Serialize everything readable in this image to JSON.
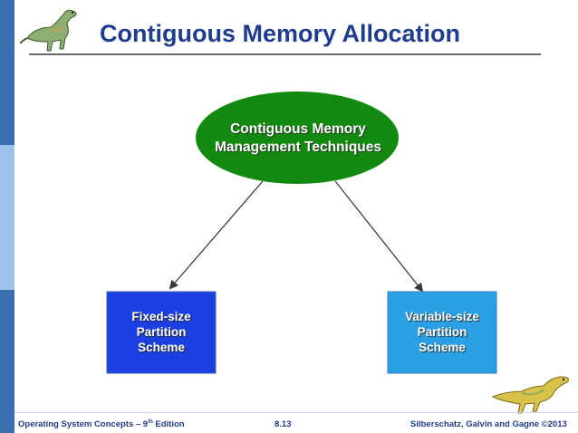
{
  "slide": {
    "title": "Contiguous Memory Allocation"
  },
  "diagram": {
    "root": "Contiguous Memory\nManagement Techniques",
    "left_child": "Fixed-size\nPartition\nScheme",
    "right_child": "Variable-size\nPartition\nScheme"
  },
  "colors": {
    "title": "#1f3d8c",
    "oval_fill": "#12890f",
    "left_box_fill": "#1b3fe0",
    "right_box_fill": "#2a9fe3",
    "sidebar_dark": "#3a6fb0",
    "sidebar_light": "#9cc3ea"
  },
  "footer": {
    "left_prefix": "Operating System Concepts – 9",
    "left_superscript": "th",
    "left_suffix": " Edition",
    "page": "8.13",
    "right": "Silberschatz, Galvin and Gagne ©2013"
  },
  "icons": {
    "top_left": "dinosaur-icon",
    "bottom_right": "dinosaur-icon"
  }
}
